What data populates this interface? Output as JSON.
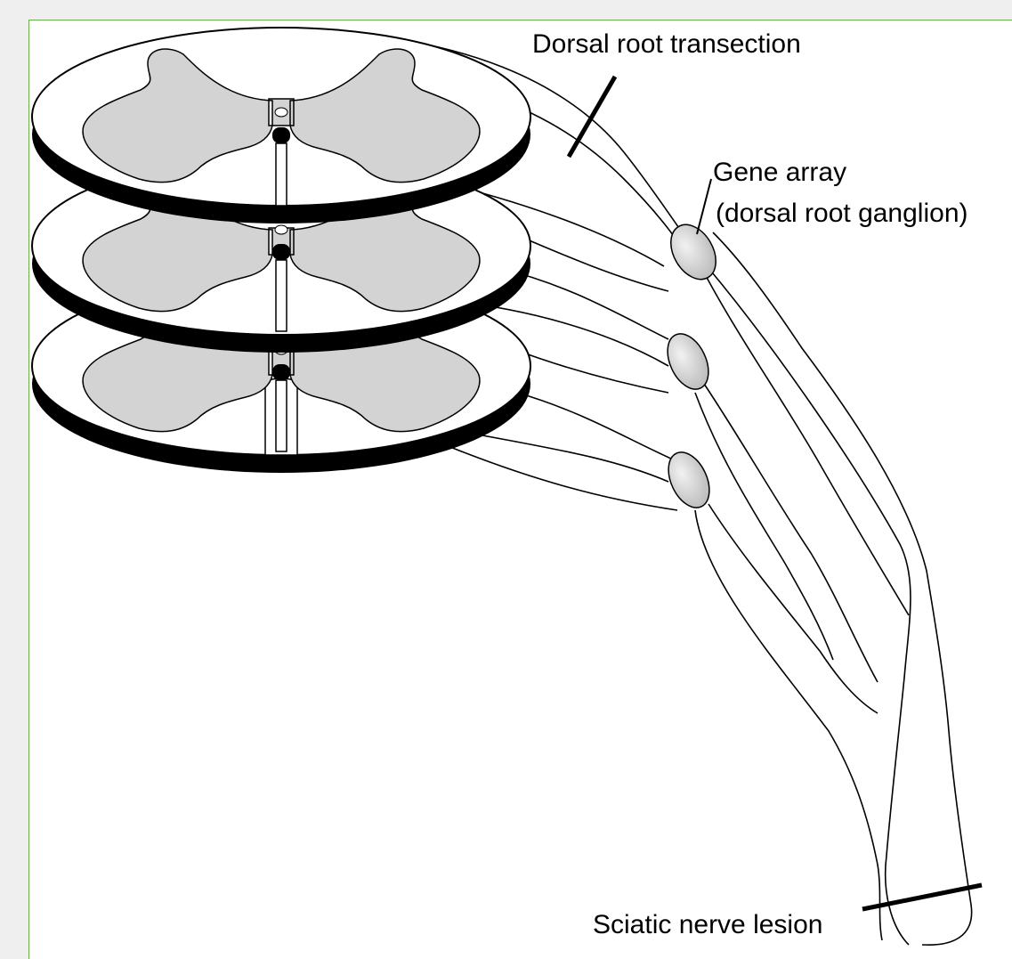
{
  "labels": {
    "dorsal_root_transection": "Dorsal root transection",
    "gene_array_line1": "Gene array",
    "gene_array_line2": "(dorsal root ganglion)",
    "sciatic_nerve_lesion": "Sciatic nerve lesion"
  },
  "colors": {
    "frame_border": "#6ab04c",
    "gray_matter": "#d3d3d3",
    "ganglion": "#cfcfcf",
    "outline": "#000000"
  }
}
